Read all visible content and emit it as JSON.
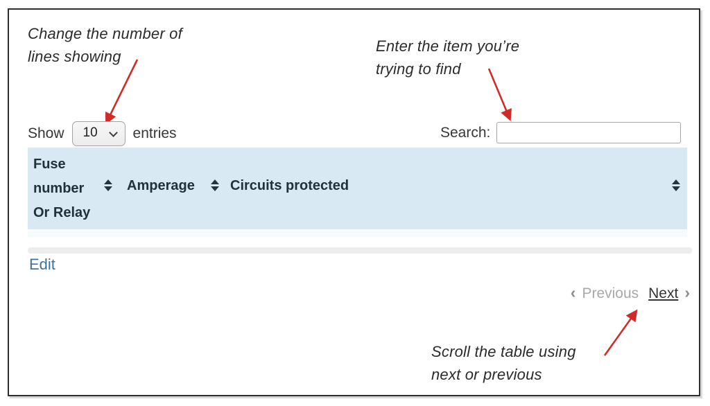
{
  "annotations": {
    "length_note": {
      "line1": "Change the number of",
      "line2": "lines showing"
    },
    "search_note": {
      "line1": "Enter the item you’re",
      "line2": "trying to find"
    },
    "pagination_note": {
      "line1": "Scroll the table using",
      "line2": "next or previous"
    }
  },
  "length_control": {
    "show_label": "Show",
    "selected_value": "10",
    "entries_label": "entries",
    "chevron_icon": "chevron-down"
  },
  "search_control": {
    "label": "Search:",
    "value": ""
  },
  "table": {
    "columns": [
      {
        "lines": [
          "Fuse",
          "number",
          "Or Relay"
        ],
        "sortable": true,
        "sort_icon": "sort-both"
      },
      {
        "lines": [
          "Amperage"
        ],
        "sortable": true,
        "sort_icon": "sort-both"
      },
      {
        "lines": [
          "Circuits protected"
        ],
        "sortable": true,
        "sort_icon": "sort-both"
      }
    ]
  },
  "links": {
    "edit": "Edit"
  },
  "pagination": {
    "previous_icon": "‹",
    "previous_label": "Previous",
    "next_label": "Next",
    "next_icon": "›"
  },
  "colors": {
    "header_bg": "#d9e9f3",
    "accent_red": "#cf2b28",
    "link_blue": "#41719c",
    "disabled_gray": "#a8a8a8",
    "text_dark": "#2b2b2b",
    "frame_border": "#2e2e2e"
  }
}
